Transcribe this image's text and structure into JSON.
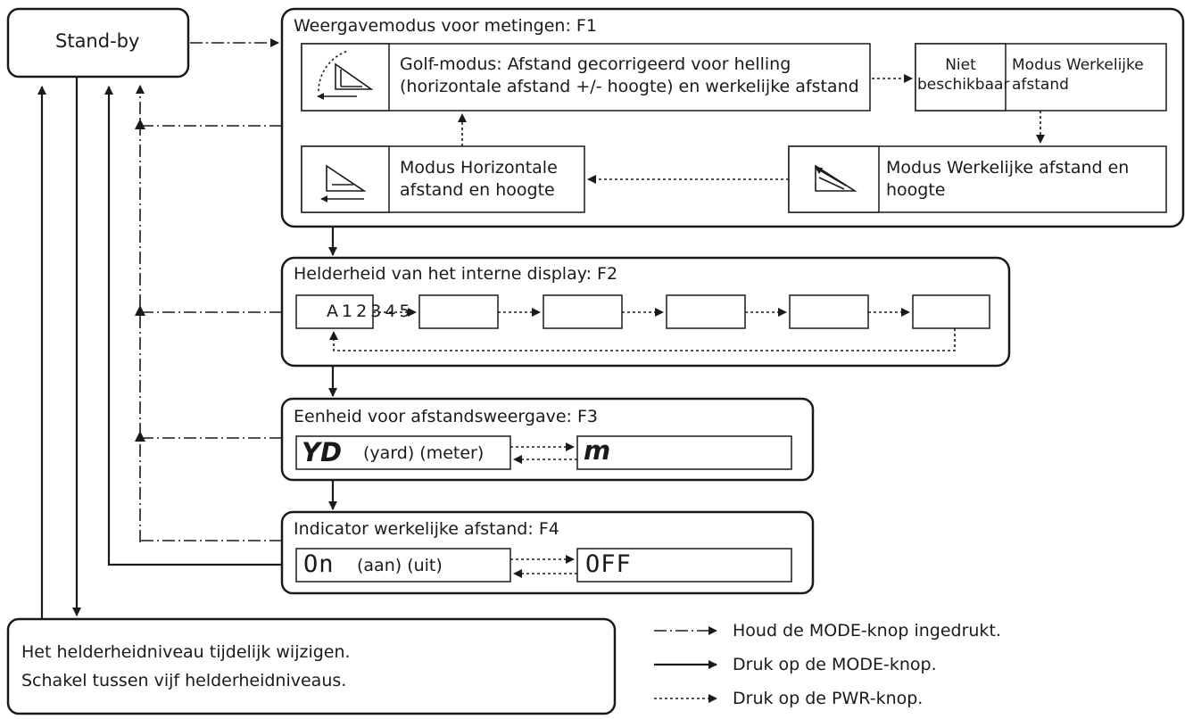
{
  "standby": {
    "label": "Stand-by"
  },
  "f1": {
    "title": "Weergavemodus voor metingen: F1",
    "golf_text": "Golf-modus: Afstand gecorrigeerd voor helling (horizontale afstand +/- hoogte) en werkelijke afstand",
    "niet_beschikbaar": "Niet beschikbaar",
    "werkelijke_afstand": "Modus Werkelijke afstand",
    "horizontal_text": "Modus Horizontale afstand en hoogte",
    "actual_height_text": "Modus Werkelijke afstand en hoogte"
  },
  "f2": {
    "title": "Helderheid van het interne display: F2",
    "levels": "A 1 2 3 4 5"
  },
  "f3": {
    "title": "Eenheid voor afstandsweergave: F3",
    "yd_symbol": "YD",
    "units_text": "(yard) (meter)",
    "m_symbol": "m"
  },
  "f4": {
    "title": "Indicator werkelijke afstand: F4",
    "on_symbol": "On",
    "on_off_text": "(aan) (uit)",
    "off_symbol": "OFF"
  },
  "brightness": {
    "line1": "Het helderheidniveau tijdelijk wijzigen.",
    "line2": "Schakel tussen vijf helderheidniveaus."
  },
  "legend": {
    "hold_mode": "Houd de MODE-knop ingedrukt.",
    "press_mode": "Druk op de MODE-knop.",
    "press_pwr": "Druk op de PWR-knop."
  }
}
